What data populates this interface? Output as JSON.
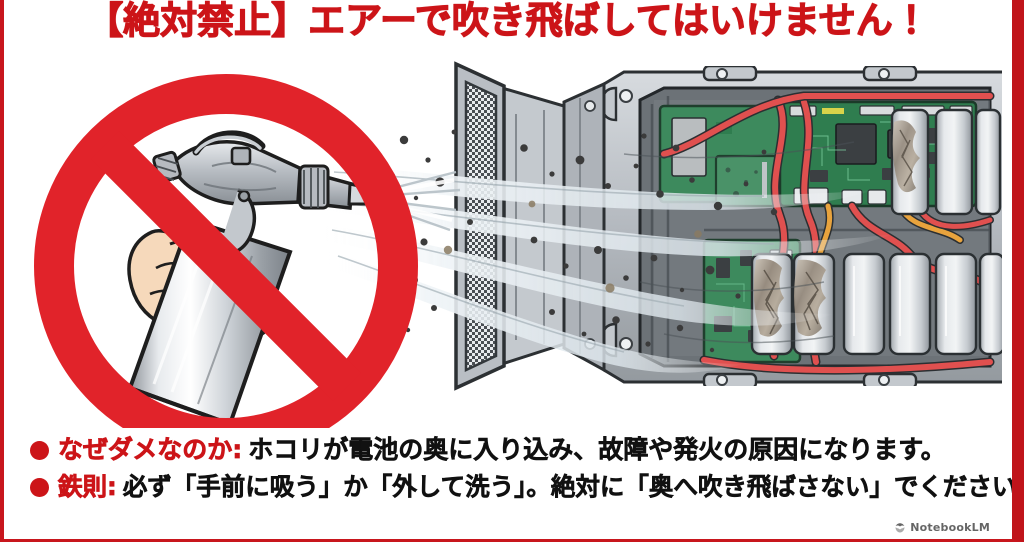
{
  "poster": {
    "title": "【絶対禁止】エアーで吹き飛ばしてはいけません！",
    "title_color": "#cc1418",
    "border_color": "#c8161d",
    "background": "#ffffff"
  },
  "illustration": {
    "prohibition_sign": {
      "name": "no-compressed-air",
      "color": "#e1232a",
      "subject": "hand-holding-air-blow-gun"
    },
    "air_duster": {
      "can_color": "#c9ccd1",
      "nozzle_color": "#b6bac0",
      "skin_color": "#f6d9bb"
    },
    "dust_particles_color": "#3b3b3b",
    "air_stream_color": "#dfe6ea",
    "battery_pack": {
      "case_color": "#b9bec4",
      "interior_color": "#6e7479",
      "pcb_color": "#2f7d4f",
      "chip_color": "#3b3f42",
      "wire_colors": [
        "#e0504f",
        "#e8a33d"
      ],
      "cell_color": "#d3d7db",
      "dirty_cell_color": "#97887a",
      "mesh_filter_color": "#8d9399"
    }
  },
  "bullets": [
    {
      "marker": "bullet-dot",
      "label": "なぜダメなのか:",
      "text": "ホコリが電池の奥に入り込み、故障や発火の原因になります。"
    },
    {
      "marker": "bullet-dot",
      "label": "鉄則:",
      "text": "必ず「手前に吸う」か「外して洗う」。絶対に「奥へ吹き飛ばさない」でください。"
    }
  ],
  "watermark": {
    "icon": "notebooklm-icon",
    "label": "NotebookLM"
  }
}
